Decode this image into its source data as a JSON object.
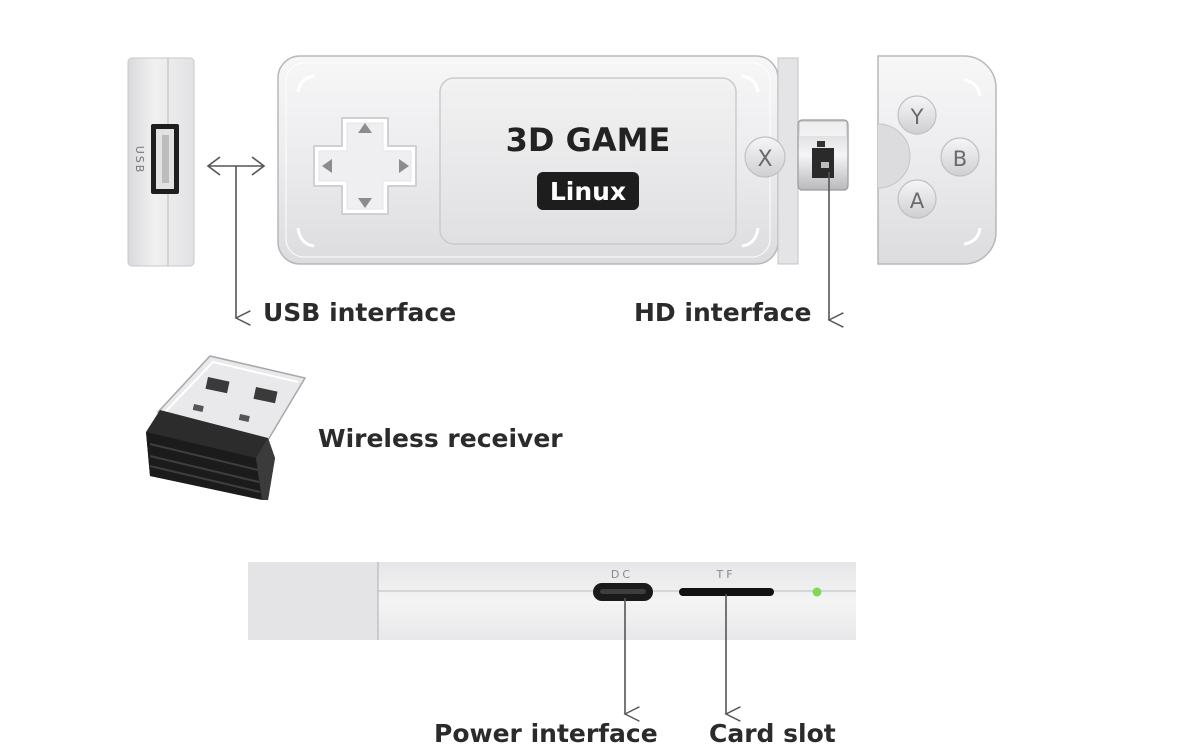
{
  "device": {
    "brand_text": "3D GAME",
    "os_badge": "Linux",
    "port_tag": "USB",
    "buttons": {
      "x": "X",
      "y": "Y",
      "b": "B",
      "a": "A"
    },
    "dpad_icon": "dpad-icon"
  },
  "labels": {
    "usb_interface": "USB interface",
    "hd_interface": "HD interface",
    "wireless_receiver": "Wireless receiver",
    "power_interface": "Power interface",
    "card_slot": "Card slot"
  },
  "edge_panel": {
    "dc_tag": "DC",
    "tf_tag": "TF",
    "led_color": "#7ed957"
  },
  "colors": {
    "shell": "#eeeeef",
    "shell_edge": "#bdbdc0",
    "label_text": "#2b2b2b",
    "arrow": "#555555",
    "badge_bg": "#1d1d1d"
  }
}
